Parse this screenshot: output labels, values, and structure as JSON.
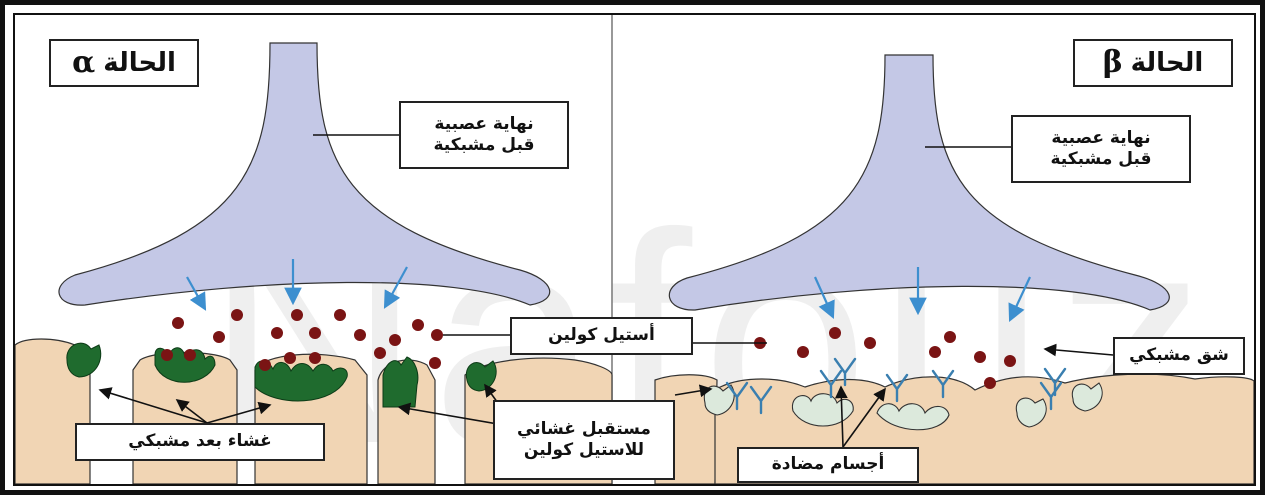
{
  "watermark": "Nafouz",
  "panel_alpha": {
    "case_label": "الحالة",
    "case_symbol": "α",
    "presynaptic_line1": "نهاية عصبية",
    "presynaptic_line2": "قبل مشبكية",
    "postsynaptic_membrane": "غشاء بعد مشبكي"
  },
  "panel_beta": {
    "case_label": "الحالة",
    "case_symbol": "β",
    "presynaptic_line1": "نهاية عصبية",
    "presynaptic_line2": "قبل مشبكية",
    "synaptic_cleft": "شق مشبكي",
    "antibodies": "أجسام مضادة"
  },
  "shared": {
    "acetylcholine": "أستيل كولين",
    "receptor_line1": "مستقبل غشائي",
    "receptor_line2": "للاستيل كولين"
  },
  "colors": {
    "presynaptic_fill": "#c4c8e6",
    "postsynaptic_fill": "#f1d5b4",
    "receptor_green": "#1f6b2e",
    "antibody_blue": "#3a7fb0",
    "acetylcholine_dot": "#7a1414",
    "arrow_blue": "#3d8fcf",
    "receptor_pale": "#dce9dc"
  }
}
